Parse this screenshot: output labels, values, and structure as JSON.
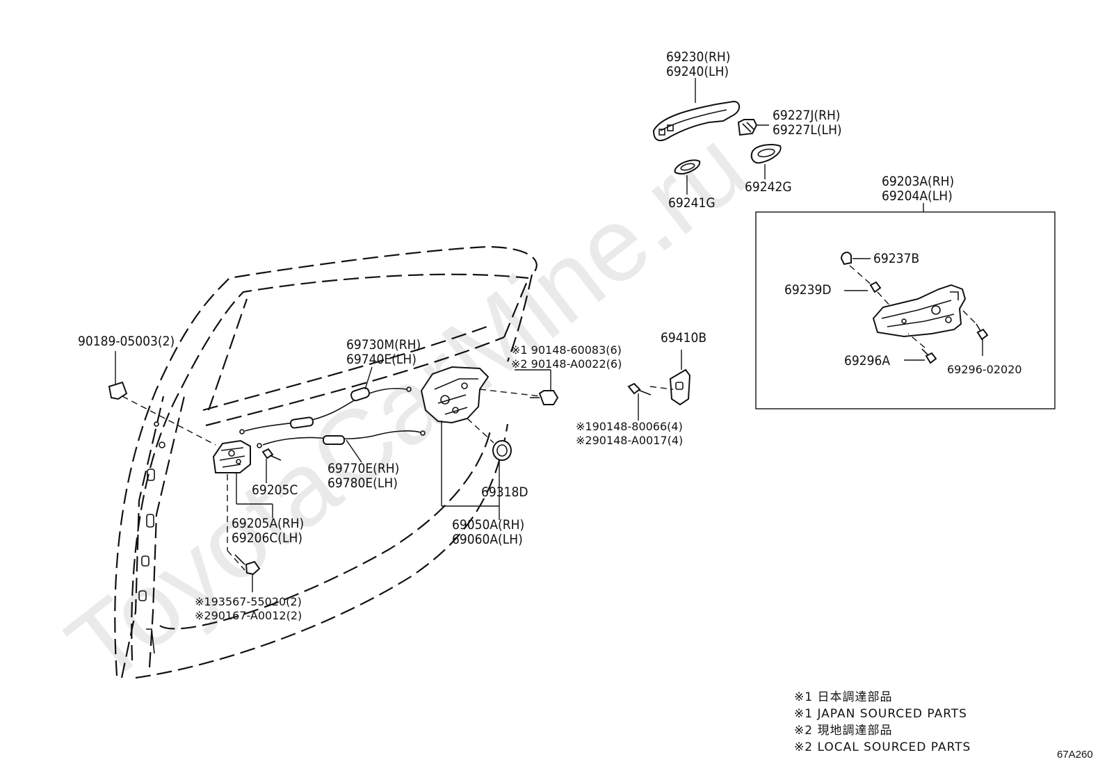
{
  "watermark": "ToyotaCarMine.ru",
  "diagram_code": "67A260",
  "labels": {
    "handle_frame": [
      "69230(RH)",
      "69240(LH)"
    ],
    "handle_cap": [
      "69227J(RH)",
      "69227L(LH)"
    ],
    "pad_69241g": "69241G",
    "pad_69242g": "69242G",
    "inner_handle_assy": [
      "69203A(RH)",
      "69204A(LH)"
    ],
    "pad_69237b": "69237B",
    "pad_69239d": "69239D",
    "screw_69296a": "69296A",
    "screw_69296_02020": "69296-02020",
    "striker": "69410B",
    "bolt_striker": [
      "※190148-80066(4)",
      "※290148-A0017(4)"
    ],
    "bolt_frame": [
      "※1 90148-60083(6)",
      "※2 90148-A0022(6)"
    ],
    "cable_upper": [
      "69730M(RH)",
      "69740E(LH)"
    ],
    "cable_lower": [
      "69770E(RH)",
      "69780E(LH)"
    ],
    "grommet": "69318D",
    "handle_frame_assy": [
      "69050A(RH)",
      "69060A(LH)"
    ],
    "clip": "90189-05003(2)",
    "lock_part": "69205C",
    "lock_assy": [
      "69205A(RH)",
      "69206C(LH)"
    ],
    "lock_screw": [
      "※193567-55020(2)",
      "※290167-A0012(2)"
    ]
  },
  "notes": [
    "※1 日本調達部品",
    "※1 JAPAN SOURCED PARTS",
    "※2 現地調達部品",
    "※2 LOCAL SOURCED PARTS"
  ]
}
